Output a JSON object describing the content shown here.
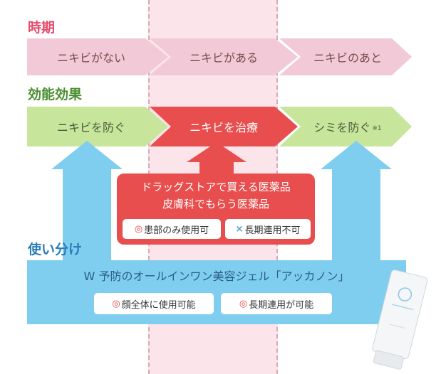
{
  "colors": {
    "heading_period": "#e54c6c",
    "heading_effect": "#4a8f2f",
    "heading_usage": "#2b7db8",
    "period_row": "#f2c9d6",
    "effect_row_green": "#c7e59b",
    "effect_row_red": "#e94e4e",
    "usage_blue": "#7fcef0"
  },
  "headings": {
    "period": "時期",
    "effect": "効能効果",
    "usage": "使い分け"
  },
  "period_row": [
    "ニキビがない",
    "ニキビがある",
    "ニキビのあと"
  ],
  "effect_row": {
    "prevent": "ニキビを防ぐ",
    "treat": "ニキビを治療",
    "spots": "シミを防ぐ",
    "spots_note": "※1"
  },
  "drugstore_box": {
    "line1": "ドラッグストアで買える医薬品",
    "line2": "皮膚科でもらう医薬品",
    "tag1_mark": "◎",
    "tag1_text": "患部のみ使用可",
    "tag2_mark": "×",
    "tag2_text": "長期連用不可"
  },
  "product_box": {
    "title": "W 予防のオールインワン美容ジェル「アッカノン」",
    "tag1_mark": "◎",
    "tag1_text": "顔全体に使用可能",
    "tag2_mark": "◎",
    "tag2_text": "長期連用が可能"
  }
}
